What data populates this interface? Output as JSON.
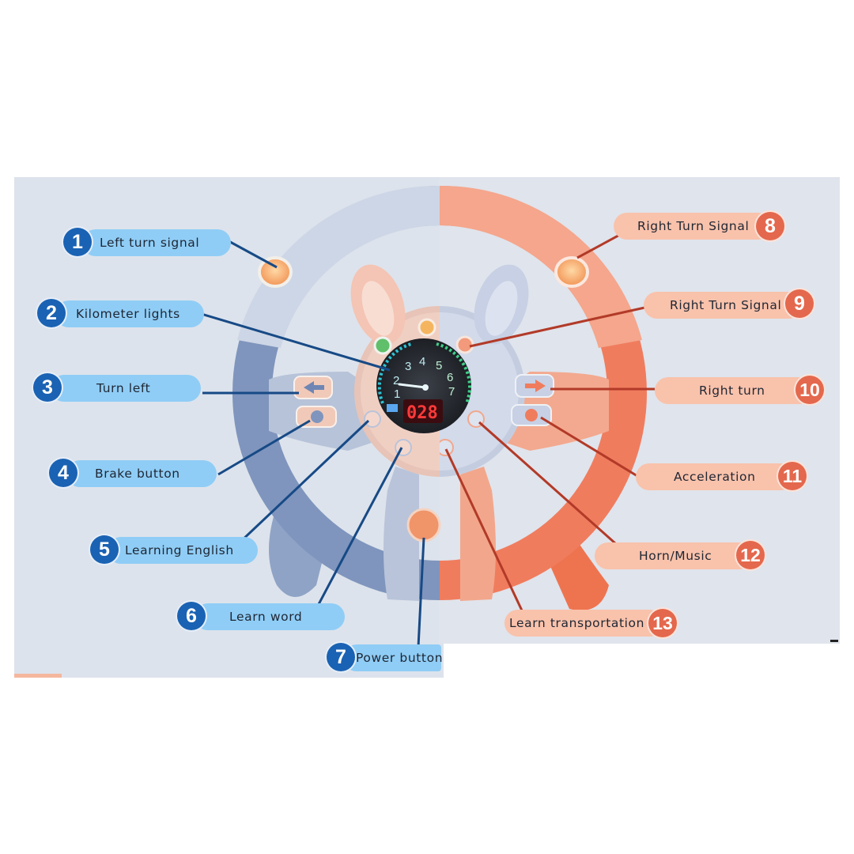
{
  "diagram": {
    "callouts": [
      {
        "number": "1",
        "label": "Left turn signal"
      },
      {
        "number": "2",
        "label": "Kilometer lights"
      },
      {
        "number": "3",
        "label": "Turn left"
      },
      {
        "number": "4",
        "label": "Brake button"
      },
      {
        "number": "5",
        "label": "Learning English"
      },
      {
        "number": "6",
        "label": "Learn word"
      },
      {
        "number": "7",
        "label": "Power button"
      },
      {
        "number": "8",
        "label": "Right Turn Signal"
      },
      {
        "number": "9",
        "label": "Right Turn Signal"
      },
      {
        "number": "10",
        "label": "Right turn"
      },
      {
        "number": "11",
        "label": "Acceleration"
      },
      {
        "number": "12",
        "label": "Horn/Music"
      },
      {
        "number": "13",
        "label": "Learn transportation"
      }
    ],
    "gauge": {
      "ticks": [
        "1",
        "2",
        "3",
        "4",
        "5",
        "6",
        "7"
      ],
      "display": "028"
    },
    "button_icons": {
      "left_arrow": "left-arrow-icon",
      "right_arrow": "right-arrow-icon",
      "brake": "stop-sign-icon",
      "accelerate": "go-icon",
      "english": "abc-icon",
      "word": "book-icon",
      "music": "music-note-icon",
      "transport": "vehicle-icon"
    },
    "colors": {
      "blue_side": "#7d92b4",
      "orange_side": "#f07c5e",
      "blue_label": "#8fcdf6",
      "orange_label": "#f9c2ab",
      "blue_badge": "#1a62b3",
      "orange_badge": "#e4684d"
    }
  }
}
